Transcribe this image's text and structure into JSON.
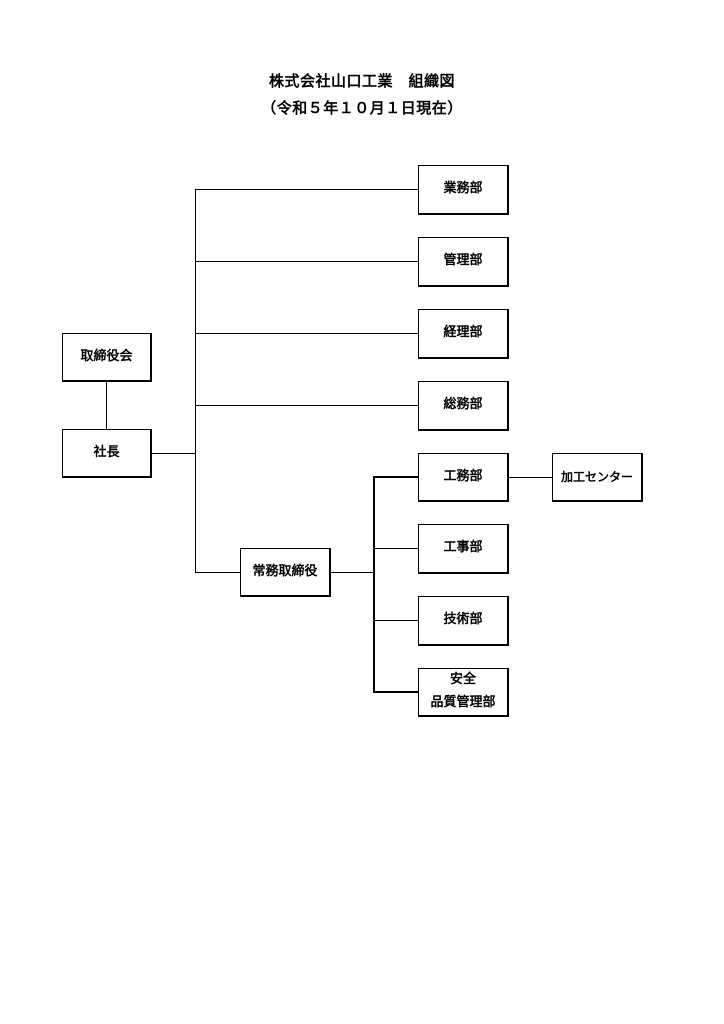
{
  "header": {
    "title": "株式会社山口工業　組織図",
    "date": "（令和５年１０月１日現在）"
  },
  "org": {
    "board": "取締役会",
    "president": "社長",
    "managing_director": "常務取締役",
    "departments": {
      "business": "業務部",
      "management": "管理部",
      "accounting": "経理部",
      "general_affairs": "総務部",
      "engineering": "工務部",
      "construction": "工事部",
      "technical": "技術部",
      "safety_line1": "安全",
      "safety_line2": "品質管理部"
    },
    "processing_center": "加工センター"
  },
  "colors": {
    "line": "#000000",
    "background": "#ffffff"
  }
}
